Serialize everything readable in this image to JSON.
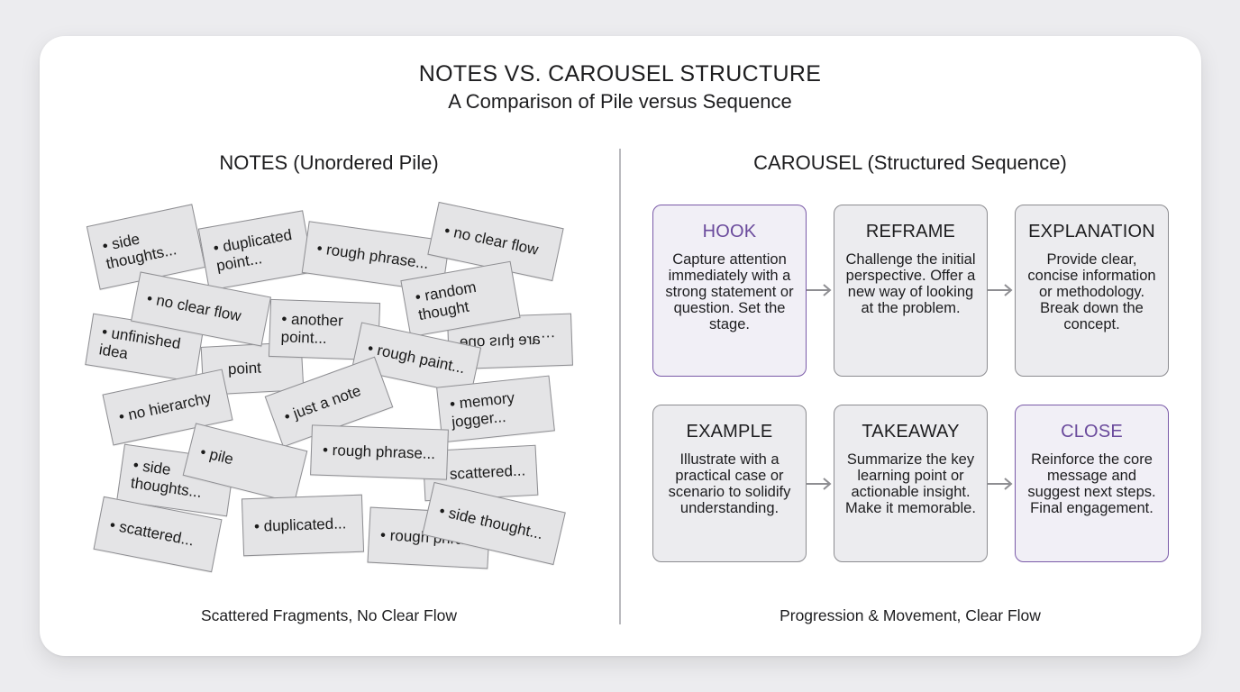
{
  "title": "NOTES VS. CAROUSEL STRUCTURE",
  "subtitle": "A Comparison of Pile versus Sequence",
  "notes": {
    "heading": "NOTES (Unordered Pile)",
    "caption": "Scattered Fragments, No Clear Flow",
    "fragments": [
      "ǝuo sıɥʇ ǝɹɐ…",
      "• side\nthoughts...",
      "• duplicated\npoint...",
      "• rough phrase...",
      "• no clear flow",
      "point",
      "• unfinished\nidea",
      "• no clear flow",
      "• another\npoint...",
      "• random\nthought",
      "• no hierarchy",
      "• rough paint...",
      "• just a note",
      "• memory\njogger...",
      "• side\nthoughts...",
      "scattered...",
      "• pile",
      "• rough phrase...",
      "• scattered...",
      "• duplicated...",
      "• rough phrase...",
      "• side thought..."
    ]
  },
  "carousel": {
    "heading": "CAROUSEL (Structured Sequence)",
    "caption": "Progression & Movement, Clear Flow",
    "steps": [
      {
        "title": "HOOK",
        "desc": "Capture attention immediately with a strong statement or question. Set the stage."
      },
      {
        "title": "REFRAME",
        "desc": "Challenge the initial perspective. Offer a new way of looking at the problem."
      },
      {
        "title": "EXPLANATION",
        "desc": "Provide clear, concise information or methodology. Break down the concept."
      },
      {
        "title": "EXAMPLE",
        "desc": "Illustrate with a practical case or scenario to solidify understanding."
      },
      {
        "title": "TAKEAWAY",
        "desc": "Summarize the key learning point or actionable insight. Make it memorable."
      },
      {
        "title": "CLOSE",
        "desc": "Reinforce the core message and suggest next steps. Final engagement."
      }
    ]
  },
  "colors": {
    "accent": "#6a4a9c",
    "card": "#ffffff",
    "note_fill": "#e4e4e6",
    "box_fill": "#ececef"
  }
}
